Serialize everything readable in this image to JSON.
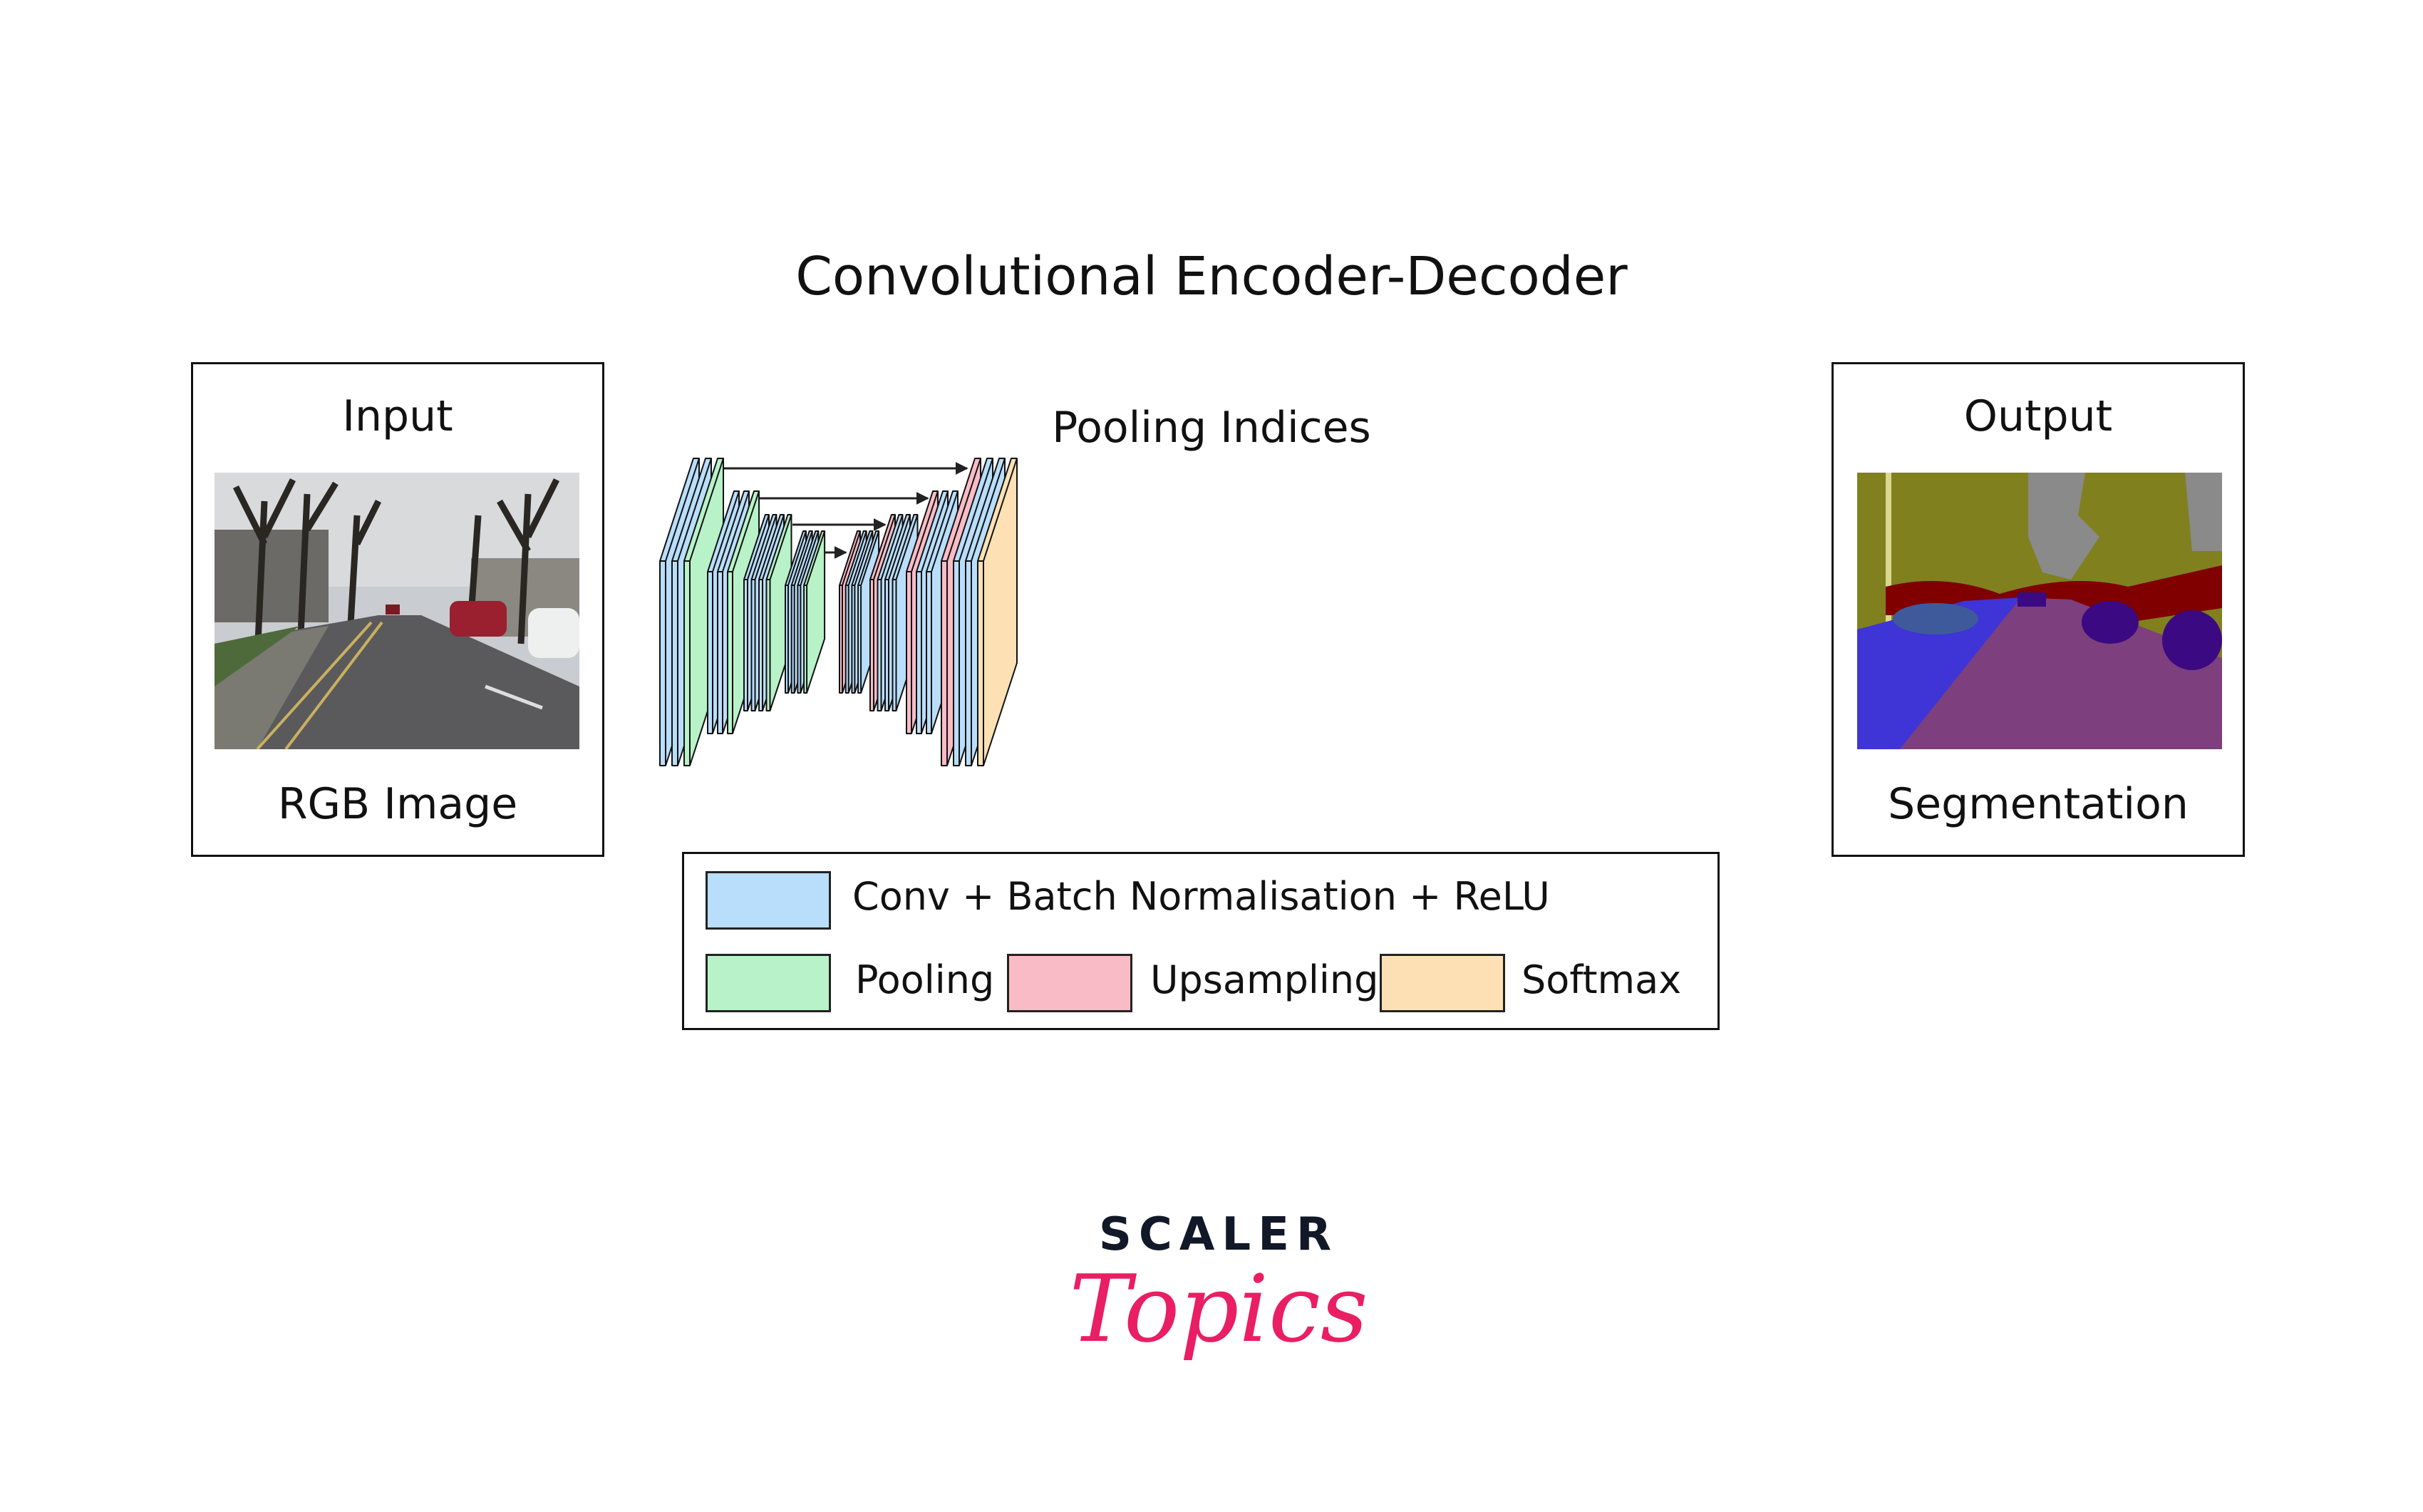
{
  "title": "Convolutional Encoder-Decoder",
  "input": {
    "heading": "Input",
    "caption": "RGB Image"
  },
  "output": {
    "heading": "Output",
    "caption": "Segmentation"
  },
  "network": {
    "skip_label": "Pooling Indices",
    "encoder": [
      [
        "conv",
        "conv",
        "pool"
      ],
      [
        "conv",
        "conv",
        "pool"
      ],
      [
        "conv",
        "conv",
        "conv",
        "pool"
      ],
      [
        "conv",
        "conv",
        "conv",
        "pool"
      ]
    ],
    "decoder": [
      [
        "up",
        "conv",
        "conv",
        "conv"
      ],
      [
        "up",
        "conv",
        "conv",
        "conv"
      ],
      [
        "up",
        "conv",
        "conv"
      ],
      [
        "up",
        "conv",
        "conv",
        "softmax"
      ]
    ]
  },
  "legend": {
    "conv": "Conv + Batch Normalisation + ReLU",
    "pool": "Pooling",
    "up": "Upsampling",
    "softmax": "Softmax"
  },
  "colors": {
    "conv": "#b9defc",
    "pool": "#b8f2c8",
    "up": "#f9bcc6",
    "softmax": "#fde1b4"
  },
  "logo": {
    "line1": "SCALER",
    "line2": "Topics"
  }
}
